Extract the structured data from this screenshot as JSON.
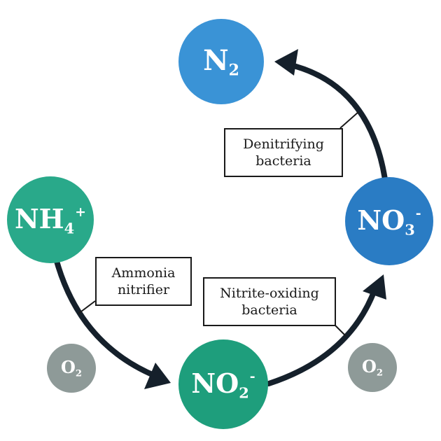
{
  "colors": {
    "teal": "#29A98A",
    "green_teal": "#1E9E7C",
    "blue_light": "#3A93D6",
    "blue_dark": "#2A7CC4",
    "gray": "#8E9A98",
    "arrow": "#15202B"
  },
  "nodes": {
    "n2": {
      "base": "N",
      "sub": "2"
    },
    "nh4": {
      "base": "NH",
      "sub": "4",
      "sup": "+"
    },
    "no2": {
      "base": "NO",
      "sub": "2",
      "sup": "-"
    },
    "no3": {
      "base": "NO",
      "sub": "3",
      "sup": "-"
    },
    "o2_left": {
      "base": "O",
      "sub": "2"
    },
    "o2_right": {
      "base": "O",
      "sub": "2"
    }
  },
  "labels": {
    "denitrifying": {
      "line1": "Denitrifying",
      "line2": "bacteria"
    },
    "ammonia": {
      "line1": "Ammonia",
      "line2": "nitrifier"
    },
    "nitrite": {
      "line1": "Nitrite-oxiding",
      "line2": "bacteria"
    }
  }
}
